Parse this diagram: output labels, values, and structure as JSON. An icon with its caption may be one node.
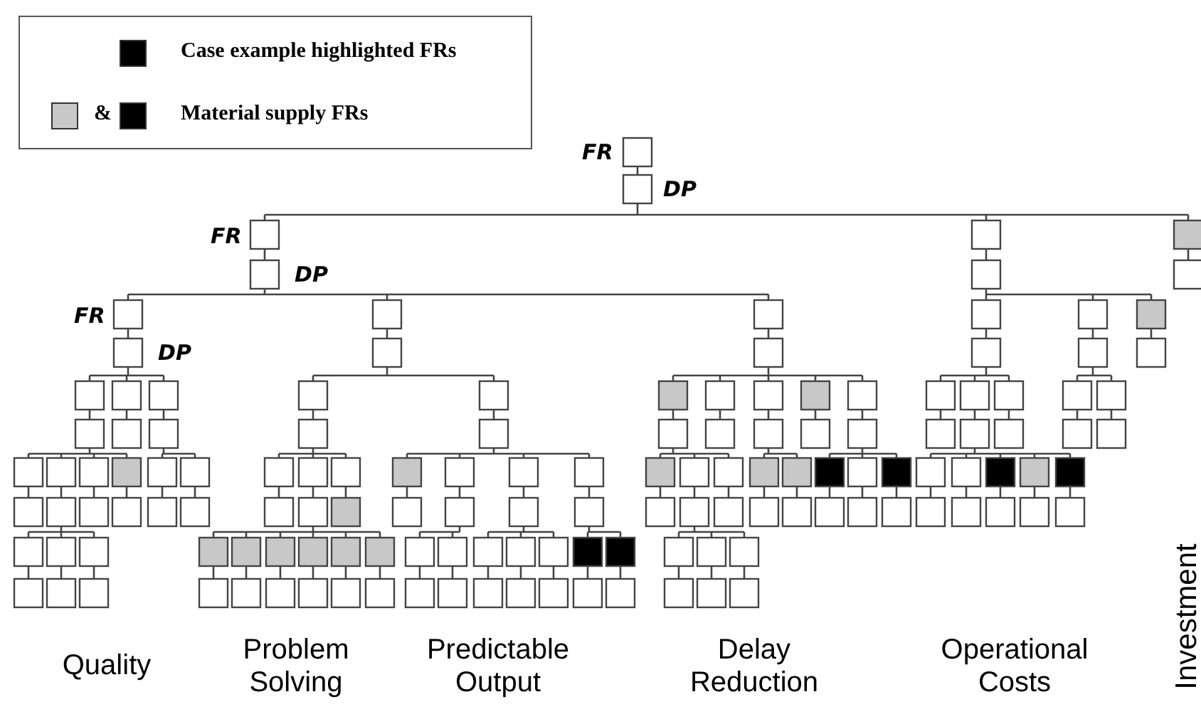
{
  "diagram": {
    "labels": [
      "&",
      "FR",
      "DP",
      "FR",
      "DP",
      "FR",
      "DP",
      "Quality",
      "Problem Solving",
      "Predictable Output",
      "Delay Reduction",
      "Operational Costs",
      "Investment"
    ],
    "legend": [
      {
        "text": "Case example highlighted FRs",
        "color": "#000000"
      },
      {
        "text": "Material supply FRs",
        "color": "#c8c8c8"
      }
    ]
  }
}
